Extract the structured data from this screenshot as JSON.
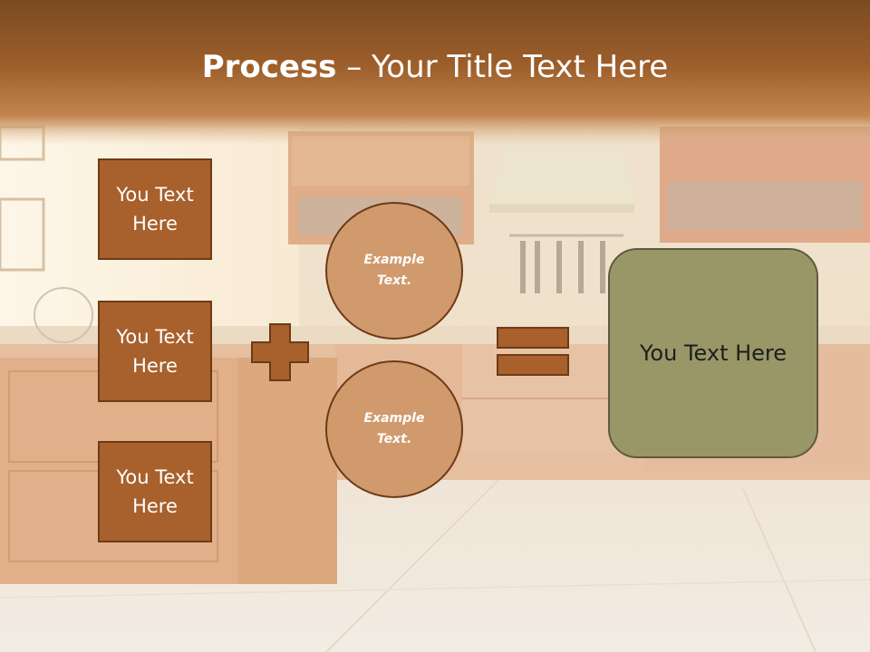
{
  "title": {
    "bold": "Process",
    "rest": " – Your Title Text Here"
  },
  "boxes": [
    {
      "label": "You Text Here"
    },
    {
      "label": "You Text Here"
    },
    {
      "label": "You Text Here"
    }
  ],
  "circles": [
    {
      "label": "Example Text."
    },
    {
      "label": "Example Text."
    }
  ],
  "result": {
    "label": "You Text Here"
  },
  "colors": {
    "header_brown": "#7a4b22",
    "box_fill": "#a8602c",
    "circle_fill": "#d09a6c",
    "result_fill": "#999767",
    "outline": "#6e3a16"
  }
}
